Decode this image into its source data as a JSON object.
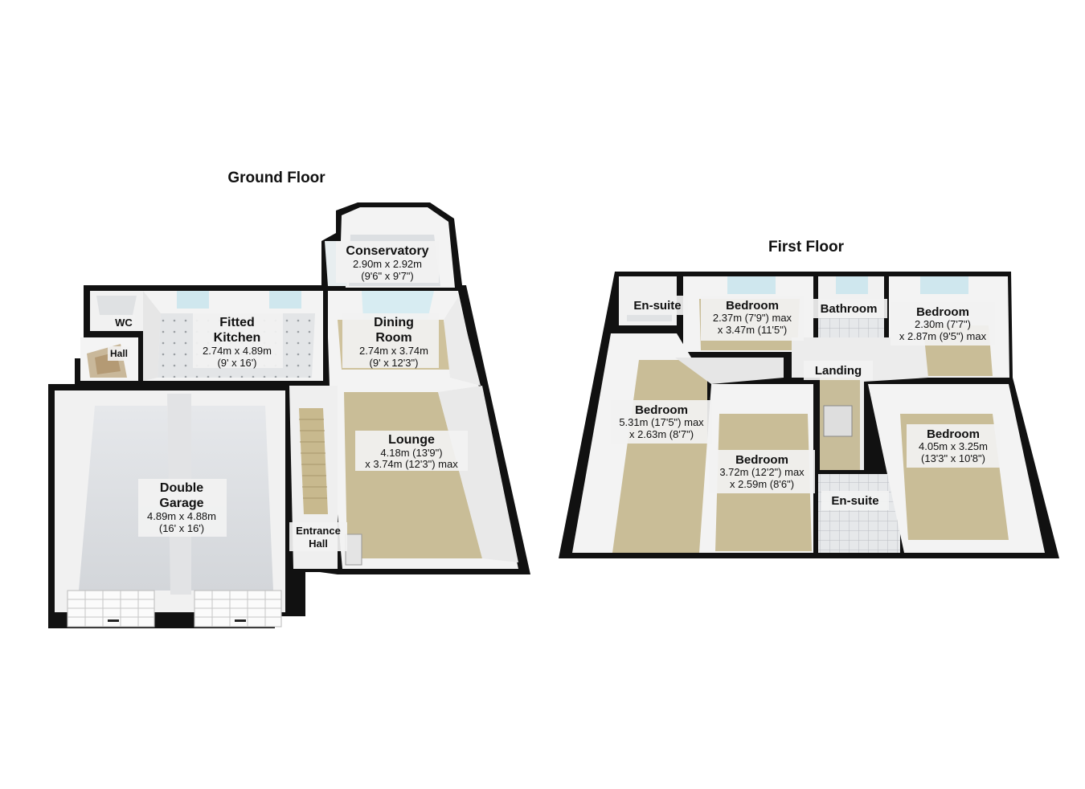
{
  "ground_floor": {
    "title": "Ground Floor",
    "rooms": {
      "wc": {
        "name": "WC"
      },
      "hall": {
        "name": "Hall"
      },
      "kitchen": {
        "name_1": "Fitted",
        "name_2": "Kitchen",
        "dim_1": "2.74m x 4.89m",
        "dim_2": "(9' x 16')"
      },
      "conservatory": {
        "name": "Conservatory",
        "dim_1": "2.90m x 2.92m",
        "dim_2": "(9'6\" x 9'7\")"
      },
      "dining": {
        "name_1": "Dining",
        "name_2": "Room",
        "dim_1": "2.74m x 3.74m",
        "dim_2": "(9' x 12'3\")"
      },
      "lounge": {
        "name": "Lounge",
        "dim_1": "4.18m (13'9\")",
        "dim_2": "x 3.74m (12'3\") max"
      },
      "garage": {
        "name_1": "Double",
        "name_2": "Garage",
        "dim_1": "4.89m x 4.88m",
        "dim_2": "(16' x 16')"
      },
      "entrance": {
        "name_1": "Entrance",
        "name_2": "Hall"
      }
    }
  },
  "first_floor": {
    "title": "First Floor",
    "rooms": {
      "ensuite_left": {
        "name": "En-suite"
      },
      "bed_top_left": {
        "name": "Bedroom",
        "dim_1": "2.37m (7'9\") max",
        "dim_2": "x 3.47m (11'5\")"
      },
      "bathroom": {
        "name": "Bathroom"
      },
      "bed_top_right": {
        "name": "Bedroom",
        "dim_1": "2.30m (7'7\")",
        "dim_2": "x 2.87m (9'5\") max"
      },
      "landing": {
        "name": "Landing"
      },
      "bed_big_left": {
        "name": "Bedroom",
        "dim_1": "5.31m (17'5\") max",
        "dim_2": "x 2.63m (8'7\")"
      },
      "bed_mid": {
        "name": "Bedroom",
        "dim_1": "3.72m (12'2\") max",
        "dim_2": "x 2.59m (8'6\")"
      },
      "ensuite_right": {
        "name": "En-suite"
      },
      "bed_right": {
        "name": "Bedroom",
        "dim_1": "4.05m x 3.25m",
        "dim_2": "(13'3\" x 10'8\")"
      }
    }
  },
  "colors": {
    "wall": "#111111",
    "carpet": "#c9bd97",
    "floor_grey": "#d6d8da",
    "wall_face": "#f3f3f3",
    "tile": "#e4e6e8",
    "label_bg": "#f2f2f2",
    "glass": "#cfe7ee"
  }
}
